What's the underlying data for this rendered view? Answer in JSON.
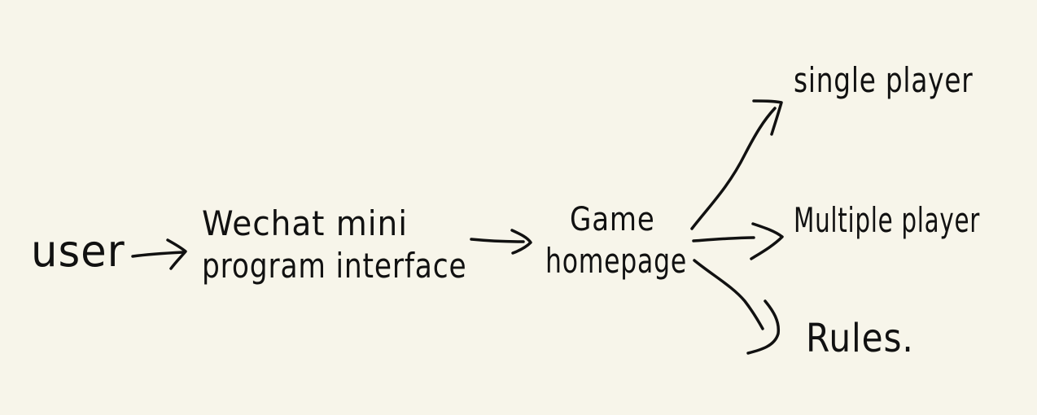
{
  "nodes": {
    "user": "user",
    "wechat_line1": "Wechat mini",
    "wechat_line2": "program interface",
    "game_line1": "Game",
    "game_line2": "homepage",
    "single": "single player",
    "multiple": "Multiple player",
    "rules": "Rules."
  },
  "colors": {
    "background": "#f7f5ea",
    "ink": "#111111"
  }
}
